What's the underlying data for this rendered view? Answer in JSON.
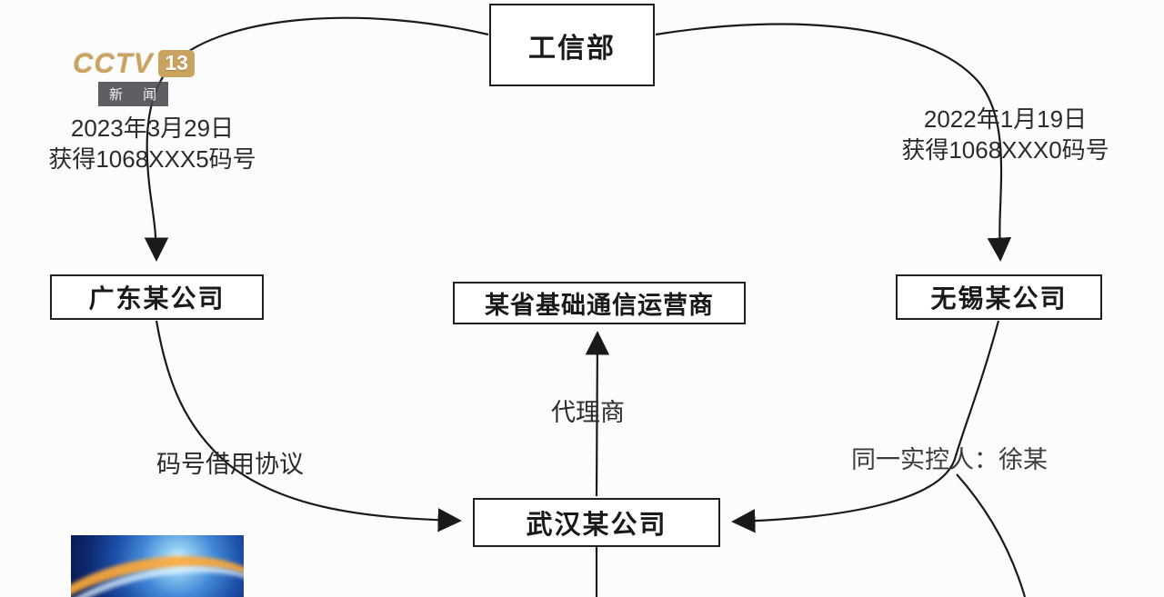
{
  "logo": {
    "brand": "CCTV",
    "channel": "13",
    "subtitle": "新 闻"
  },
  "nodes": {
    "mit": "工信部",
    "guangdong": "广东某公司",
    "operator": "某省基础通信运营商",
    "wuxi": "无锡某公司",
    "wuhan": "武汉某公司"
  },
  "annotations": {
    "left_date_line1": "2023年3月29日",
    "left_date_line2": "获得1068XXX5码号",
    "right_date_line1": "2022年1月19日",
    "right_date_line2": "获得1068XXX0码号",
    "agent": "代理商",
    "borrow": "码号借用协议",
    "controller": "同一实控人：徐某"
  },
  "edges": [
    {
      "from": "工信部",
      "to": "广东某公司",
      "label": "2023年3月29日 获得1068XXX5码号"
    },
    {
      "from": "工信部",
      "to": "无锡某公司",
      "label": "2022年1月19日 获得1068XXX0码号"
    },
    {
      "from": "武汉某公司",
      "to": "某省基础通信运营商",
      "label": "代理商"
    },
    {
      "from": "广东某公司",
      "to": "武汉某公司",
      "label": "码号借用协议"
    },
    {
      "from": "无锡某公司",
      "to": "武汉某公司",
      "label": "同一实控人：徐某"
    }
  ],
  "colors": {
    "line": "#1a1a1a",
    "box_border": "#1f1f1f",
    "logo_gold": "#c9a35f",
    "background": "#fcfcfc"
  }
}
